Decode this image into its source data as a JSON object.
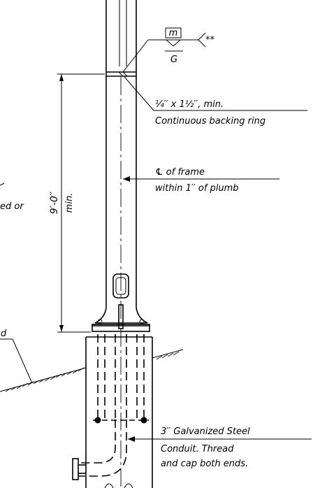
{
  "weld_symbol": {
    "box_letter": "m",
    "finish_letter": "G",
    "tail_note": "**"
  },
  "backing_ring": {
    "line1": "1/4\" x 1 1/2\", min.",
    "line1_display": "¼′′ x 1½′′, min.",
    "line2": "Continuous backing ring"
  },
  "frame_plumb": {
    "line1": "℄ of frame",
    "line2": "within 1′′ of plumb"
  },
  "dimension": {
    "value": "9′-0′′",
    "note": "min."
  },
  "left_note": {
    "line1_fragment": "ed or",
    "line2_fragment": "d"
  },
  "conduit_note": {
    "line1": "3′′ Galvanized Steel",
    "line2": "Conduit.  Thread",
    "line3": "and cap both ends."
  }
}
